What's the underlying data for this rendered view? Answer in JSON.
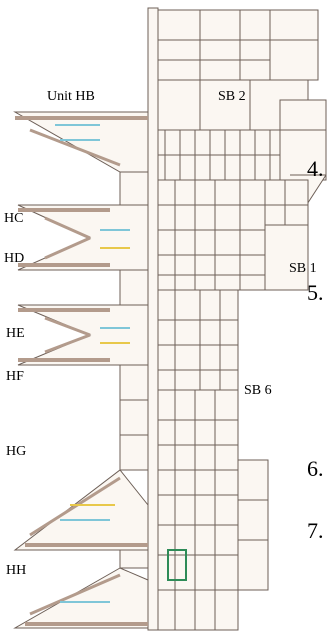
{
  "labels": {
    "unit_hb": "Unit HB",
    "sb2": "SB 2",
    "sb1": "SB 1",
    "sb6": "SB 6",
    "hc": "HC",
    "hd": "HD",
    "he": "HE",
    "hf": "HF",
    "hg": "HG",
    "hh": "HH",
    "n4": "4.",
    "n5": "5.",
    "n6": "6.",
    "n7": "7."
  },
  "colors": {
    "wall": "#6d5f57",
    "fill": "#fbf7f2",
    "stripe": "#b39b8c",
    "accent_green": "#2e8b57",
    "accent_cyan": "#7fc6d8",
    "accent_yellow": "#e8c84a"
  }
}
